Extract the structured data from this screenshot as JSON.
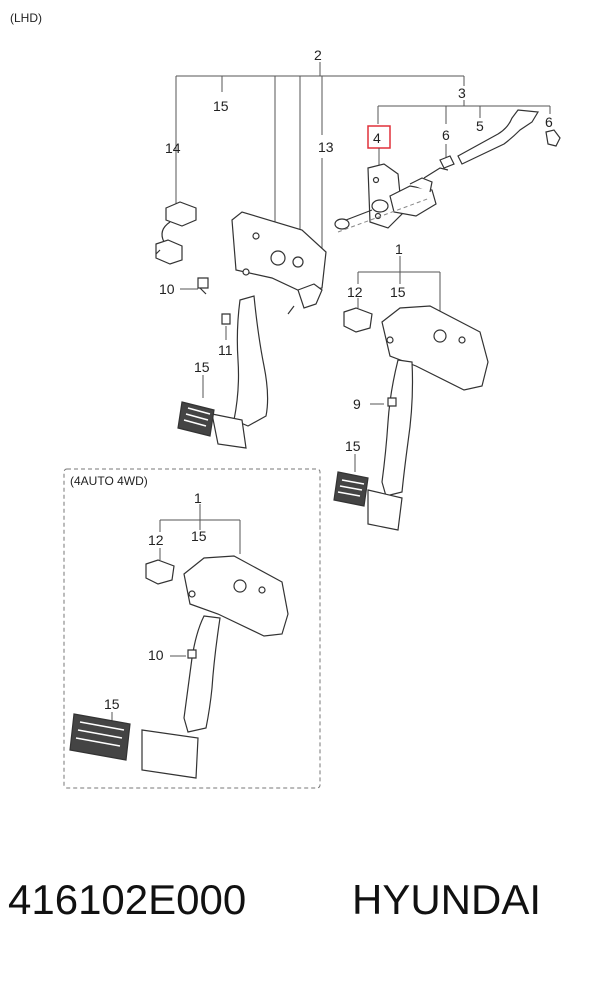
{
  "diagram": {
    "drive_note": "(LHD)",
    "variant_note": "(4AUTO 4WD)",
    "labels": {
      "l2": "2",
      "l3": "3",
      "l15a": "15",
      "l14": "14",
      "l13": "13",
      "l4": "4",
      "l6a": "6",
      "l5": "5",
      "l6b": "6",
      "l10a": "10",
      "l11": "11",
      "l15b": "15",
      "l1a": "1",
      "l12a": "12",
      "l15c": "15",
      "l9": "9",
      "l15d": "15",
      "l1b": "1",
      "l12b": "12",
      "l15e": "15",
      "l10b": "10",
      "l15f": "15"
    },
    "highlight_color": "#e0303a"
  },
  "footer": {
    "part_number": "416102E000",
    "brand": "HYUNDAI"
  }
}
